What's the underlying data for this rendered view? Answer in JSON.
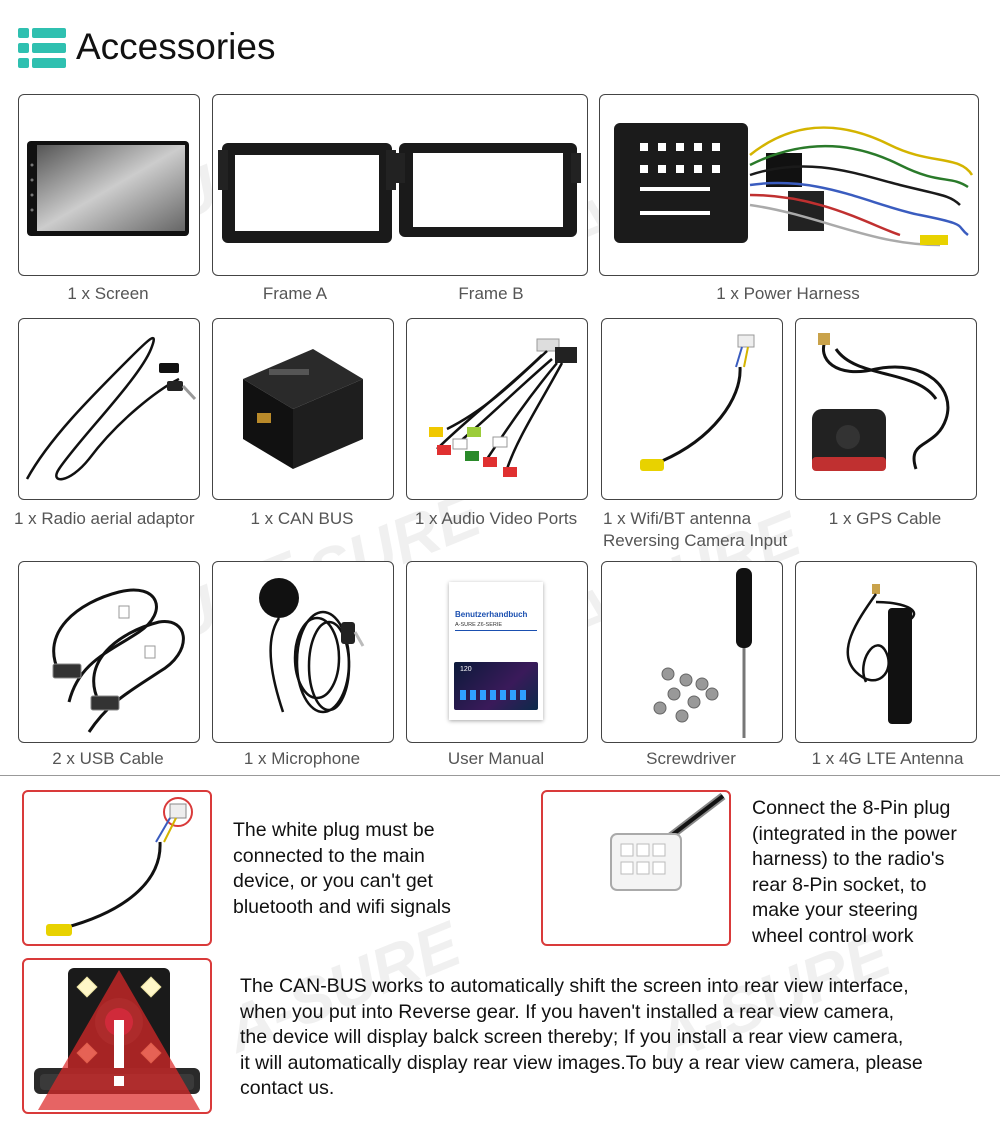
{
  "header": {
    "title": "Accessories",
    "icon": "list-grid-icon",
    "accent": "#2fc0b0"
  },
  "watermark": "A-SURE",
  "row1": [
    {
      "label": "1 x Screen",
      "icon": "screen-icon"
    },
    {
      "label": "Frame A",
      "icon": "frame-icon"
    },
    {
      "label": "Frame B",
      "icon": "frame-icon"
    },
    {
      "label": "1 x Power Harness",
      "icon": "harness-icon"
    }
  ],
  "row2": [
    {
      "label": "1 x Radio aerial adaptor",
      "icon": "aerial-cable-icon"
    },
    {
      "label": "1 x CAN BUS",
      "icon": "canbus-box-icon"
    },
    {
      "label": "1 x Audio Video Ports",
      "icon": "av-cable-icon"
    },
    {
      "label": "1 x Wifi/BT antenna",
      "label2": "Reversing Camera Input",
      "icon": "camera-input-cable-icon"
    },
    {
      "label": "1 x GPS Cable",
      "icon": "gps-antenna-icon"
    }
  ],
  "row3": [
    {
      "label": "2 x USB Cable",
      "icon": "usb-cable-icon"
    },
    {
      "label": "1 x Microphone",
      "icon": "microphone-icon"
    },
    {
      "label": "User Manual",
      "icon": "manual-icon"
    },
    {
      "label": "Screwdriver",
      "icon": "screwdriver-icon"
    },
    {
      "label": "1 x 4G LTE Antenna",
      "icon": "lte-antenna-icon"
    }
  ],
  "manual": {
    "title": "Benutzerhandbuch",
    "subtitle": "A-SURE Z6-SERIE",
    "speed": "120"
  },
  "notes": {
    "white_plug": [
      "The white plug must be",
      "connected to the main",
      "device, or you can't get",
      "bluetooth and wifi signals"
    ],
    "eight_pin": [
      "Connect the 8-Pin plug",
      "(integrated in the power",
      "harness) to the radio's",
      "rear 8-Pin socket, to",
      "make your steering",
      "wheel control work"
    ],
    "canbus": [
      "The CAN-BUS works to automatically shift the screen into rear view interface,",
      "when you put into Reverse gear. If you haven't installed a rear view camera,",
      "the device will display balck screen thereby; If you install a rear view camera,",
      "it will automatically display rear view images.To buy a rear view camera, please",
      "contact us."
    ]
  },
  "colors": {
    "border": "#444444",
    "warning_red": "#d93a3a",
    "text": "#111111",
    "caption": "#555555"
  }
}
